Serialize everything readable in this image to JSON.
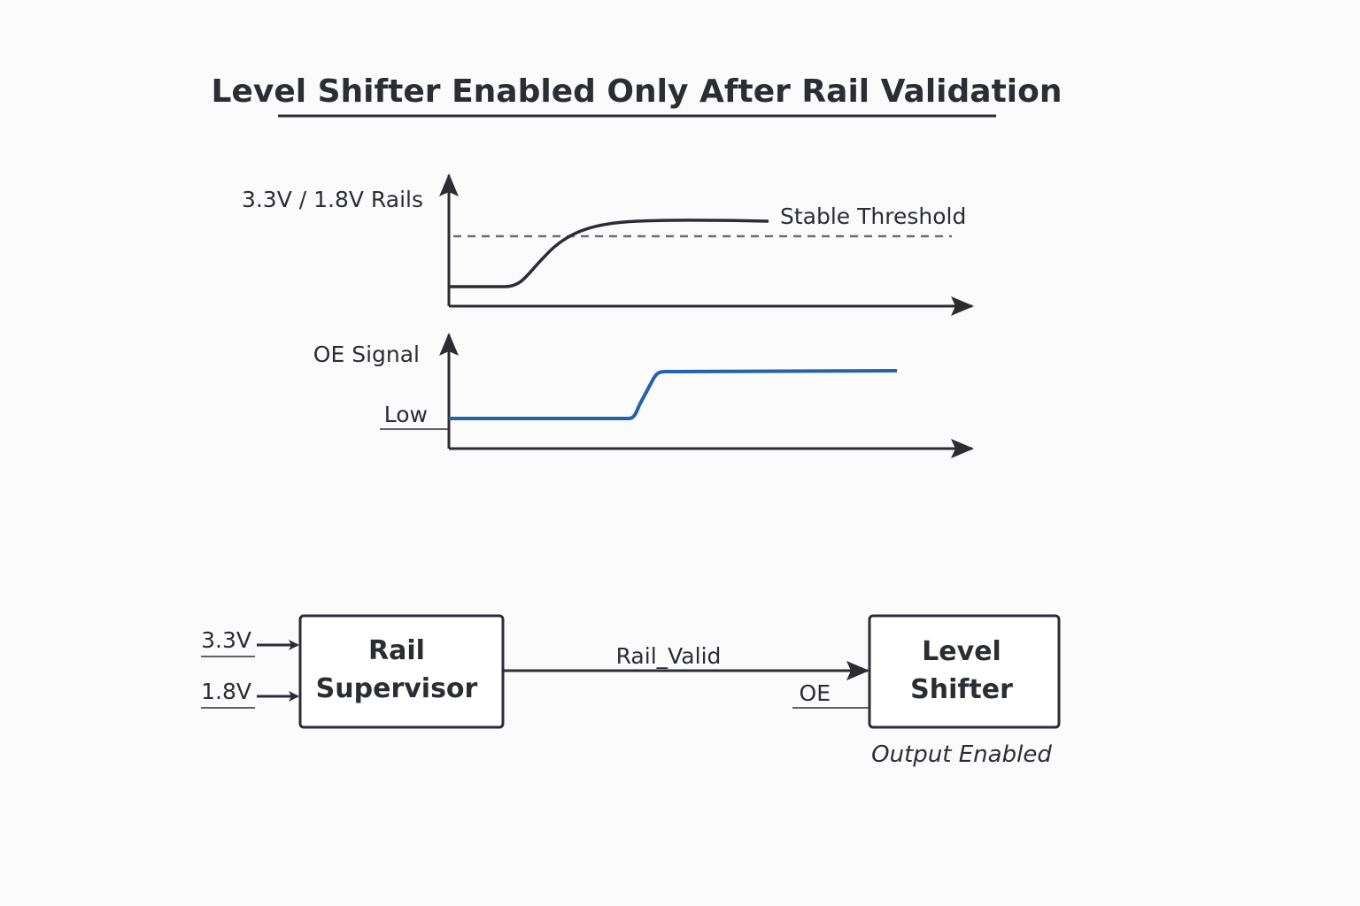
{
  "title": "Level Shifter Enabled Only After Rail Validation",
  "colors": {
    "ink": "#2b2d33",
    "oe_trace": "#2463a6",
    "threshold": "#6b6d72"
  },
  "timing": {
    "rails": {
      "axis_label": "3.3V / 1.8V Rails",
      "threshold_label": "Stable Threshold"
    },
    "oe": {
      "axis_label": "OE Signal",
      "low_label": "Low"
    }
  },
  "block_diagram": {
    "inputs": [
      "3.3V",
      "1.8V"
    ],
    "supervisor": {
      "line1": "Rail",
      "line2": "Supervisor"
    },
    "link_label": "Rail_Valid",
    "shifter": {
      "line1": "Level",
      "line2": "Shifter",
      "pin_label": "OE",
      "status": "Output Enabled"
    }
  }
}
